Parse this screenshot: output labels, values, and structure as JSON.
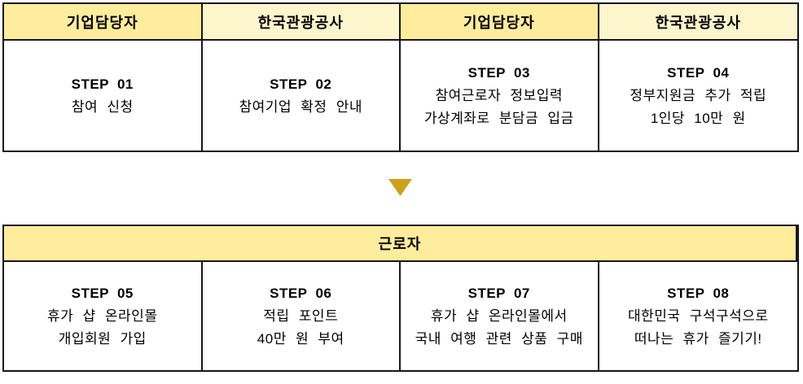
{
  "colors": {
    "header_dark_yellow": "#FFEC9C",
    "header_light_cream": "#FDF5CB",
    "border": "#161616",
    "arrow_gold": "#CEA11D",
    "text": "#000000",
    "background": "#FFFFFF"
  },
  "icons": {
    "down_arrow": "triangle-down"
  },
  "top_table": {
    "headers": [
      {
        "label": "기업담당자",
        "variant": "dark"
      },
      {
        "label": "한국관광공사",
        "variant": "light"
      },
      {
        "label": "기업담당자",
        "variant": "dark"
      },
      {
        "label": "한국관광공사",
        "variant": "light"
      }
    ],
    "cells": [
      {
        "step": "STEP 01",
        "lines": [
          "참여 신청"
        ]
      },
      {
        "step": "STEP 02",
        "lines": [
          "참여기업 확정 안내"
        ]
      },
      {
        "step": "STEP 03",
        "lines": [
          "참여근로자 정보입력",
          "가상계좌로 분담금 입금"
        ]
      },
      {
        "step": "STEP 04",
        "lines": [
          "정부지원금 추가 적립",
          "1인당 10만 원"
        ]
      }
    ]
  },
  "bottom_table": {
    "header": {
      "label": "근로자",
      "variant": "dark"
    },
    "cells": [
      {
        "step": "STEP 05",
        "lines": [
          "휴가 샵 온라인몰",
          "개입회원 가입"
        ]
      },
      {
        "step": "STEP 06",
        "lines": [
          "적립 포인트",
          "40만 원 부여"
        ]
      },
      {
        "step": "STEP 07",
        "lines": [
          "휴가 샵 온라인몰에서",
          "국내 여행 관련 상품 구매"
        ]
      },
      {
        "step": "STEP 08",
        "lines": [
          "대한민국 구석구석으로",
          "떠나는 휴가 즐기기!"
        ]
      }
    ]
  }
}
